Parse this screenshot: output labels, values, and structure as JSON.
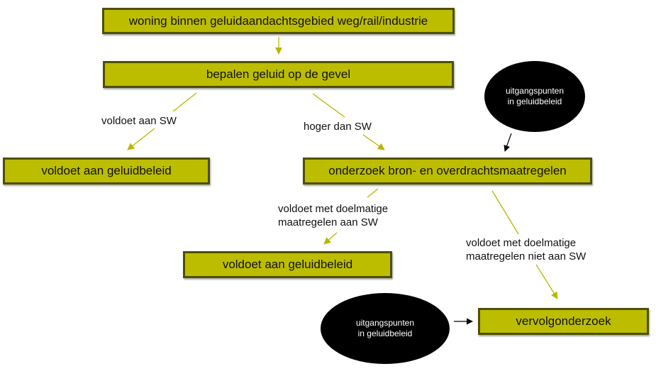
{
  "diagram": {
    "colors": {
      "box_fill": "#bdbd00",
      "box_border": "#4f4f00",
      "arrow": "#b7b700",
      "ellipse_fill": "#000000",
      "ellipse_text": "#ffffff"
    },
    "nodes": {
      "start": "woning binnen geluidaandachtsgebied weg/rail/industrie",
      "measure": "bepalen geluid op de gevel",
      "complies_1": "voldoet aan geluidbeleid",
      "investigate": "onderzoek bron- en overdrachtsmaatregelen",
      "complies_2": "voldoet aan geluidbeleid",
      "followup": "vervolgonderzoek",
      "principles_top": [
        "uitgangspunten",
        "in geluidbeleid"
      ],
      "principles_bottom": [
        "uitgangspunten",
        "in geluidbeleid"
      ]
    },
    "edge_labels": {
      "meets_sw": "voldoet aan SW",
      "above_sw": "hoger dan SW",
      "meets_with_measures": [
        "voldoet met doelmatige",
        "maatregelen aan SW"
      ],
      "not_meets_with_measures": [
        "voldoet met doelmatige",
        "maatregelen niet aan SW"
      ]
    },
    "edges": [
      {
        "from": "start",
        "to": "measure",
        "label": ""
      },
      {
        "from": "measure",
        "to": "complies_1",
        "label": "meets_sw"
      },
      {
        "from": "measure",
        "to": "investigate",
        "label": "above_sw"
      },
      {
        "from": "principles_top",
        "to": "investigate",
        "label": ""
      },
      {
        "from": "investigate",
        "to": "complies_2",
        "label": "meets_with_measures"
      },
      {
        "from": "investigate",
        "to": "followup",
        "label": "not_meets_with_measures"
      },
      {
        "from": "principles_bottom",
        "to": "followup",
        "label": ""
      }
    ]
  }
}
